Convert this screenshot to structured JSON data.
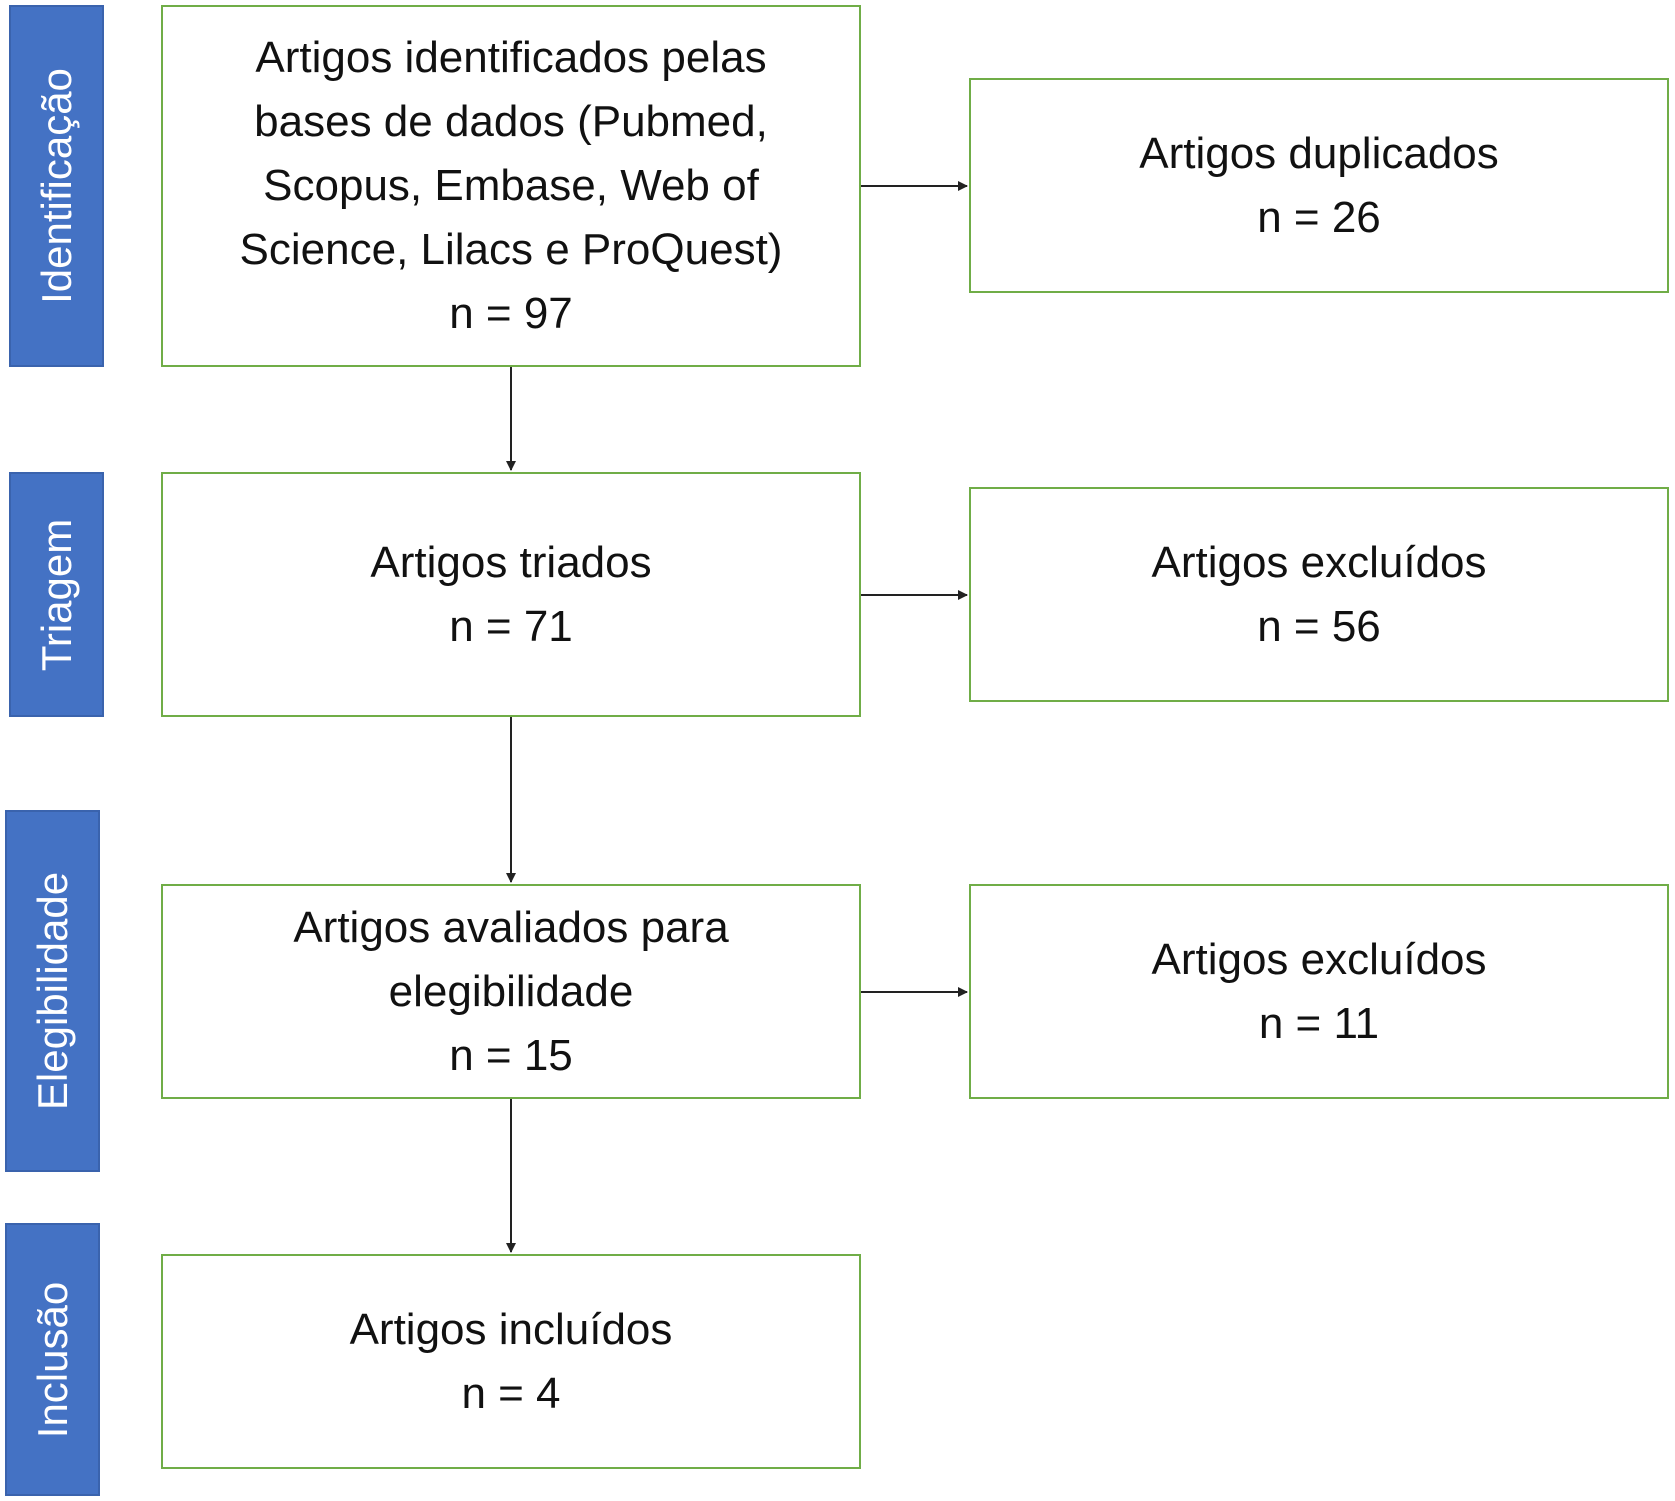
{
  "stages": {
    "identification": "Identificação",
    "screening": "Triagem",
    "eligibility": "Elegibilidade",
    "inclusion": "Inclusão"
  },
  "boxes": {
    "identified": {
      "lines": [
        "Artigos identificados pelas",
        "bases de dados (Pubmed,",
        "Scopus, Embase, Web of",
        "Science, Lilacs e ProQuest)"
      ],
      "count": "n = 97"
    },
    "duplicates": {
      "lines": [
        "Artigos duplicados"
      ],
      "count": "n = 26"
    },
    "screened": {
      "lines": [
        "Artigos triados"
      ],
      "count": "n = 71"
    },
    "excluded_screening": {
      "lines": [
        "Artigos excluídos"
      ],
      "count": "n = 56"
    },
    "eligible": {
      "lines": [
        "Artigos avaliados para",
        "elegibilidade"
      ],
      "count": "n = 15"
    },
    "excluded_eligibility": {
      "lines": [
        "Artigos excluídos"
      ],
      "count": "n = 11"
    },
    "included": {
      "lines": [
        "Artigos incluídos"
      ],
      "count": "n = 4"
    }
  },
  "colors": {
    "stage_fill": "#4472c4",
    "box_border": "#70ad47",
    "arrow": "#222222"
  }
}
